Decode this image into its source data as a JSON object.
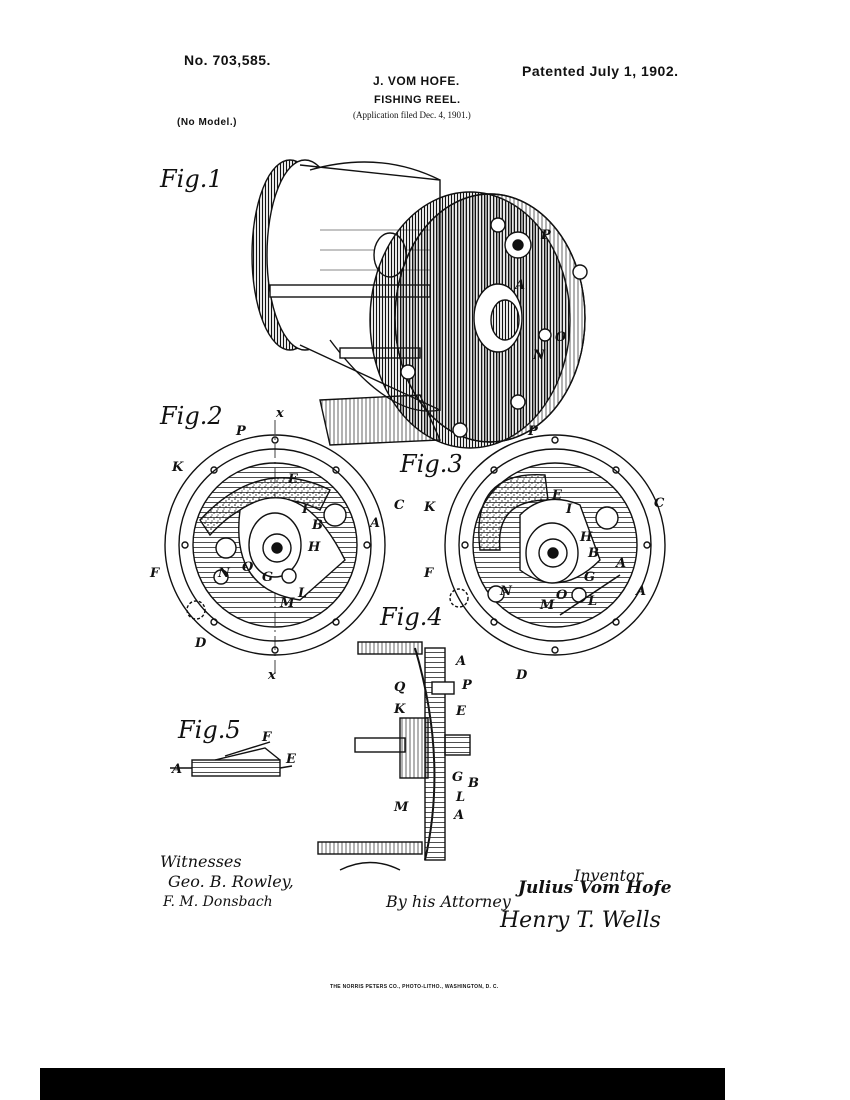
{
  "header": {
    "patent_number": "No. 703,585.",
    "inventor": "J. VOM HOFE.",
    "title": "FISHING REEL.",
    "application": "(Application filed Dec. 4, 1901.)",
    "patented": "Patented July 1, 1902.",
    "model": "(No Model.)"
  },
  "figures": {
    "fig1": "Fig.1",
    "fig2": "Fig.2",
    "fig3": "Fig.3",
    "fig4": "Fig.4",
    "fig5": "Fig.5"
  },
  "labels": {
    "fig1": [
      "P",
      "A",
      "N",
      "O"
    ],
    "fig2": [
      "x",
      "P",
      "K",
      "E",
      "C",
      "I",
      "B",
      "A",
      "H",
      "F",
      "N",
      "O",
      "G",
      "L",
      "M",
      "D",
      "x"
    ],
    "fig3": [
      "P",
      "E",
      "C",
      "K",
      "I",
      "H",
      "B",
      "A",
      "F",
      "G",
      "N",
      "O",
      "M",
      "L",
      "A",
      "D"
    ],
    "fig4": [
      "A",
      "Q",
      "P",
      "K",
      "E",
      "G",
      "B",
      "M",
      "L",
      "A"
    ],
    "fig5": [
      "F",
      "A",
      "E"
    ]
  },
  "footer": {
    "witnesses_heading": "Witnesses",
    "witness_1": "Geo. B. Rowley,",
    "witness_2": "F. M. Donsbach",
    "by_attorney": "By his Attorney",
    "inventor_label": "Inventor",
    "inventor_name": "Julius Vom Hofe",
    "attorney_signature": "Henry T. Wells",
    "printer": "THE NORRIS PETERS CO., PHOTO-LITHO., WASHINGTON, D. C."
  }
}
